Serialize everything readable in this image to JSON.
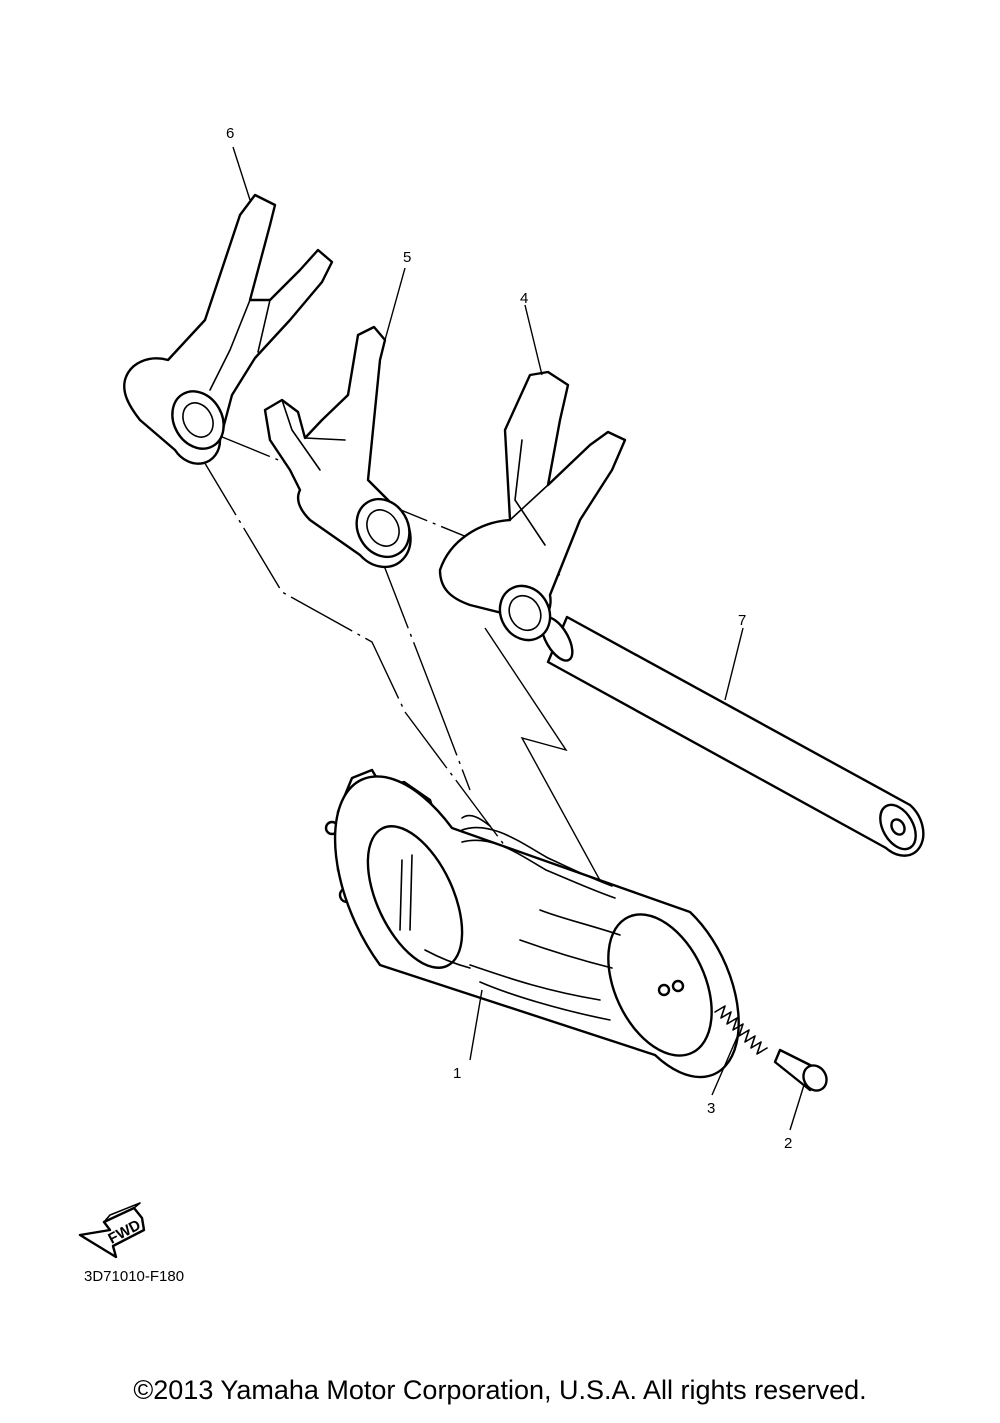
{
  "diagram": {
    "callouts": [
      {
        "id": "1",
        "label": "1"
      },
      {
        "id": "2",
        "label": "2"
      },
      {
        "id": "3",
        "label": "3"
      },
      {
        "id": "4",
        "label": "4"
      },
      {
        "id": "5",
        "label": "5"
      },
      {
        "id": "6",
        "label": "6"
      },
      {
        "id": "7",
        "label": "7"
      }
    ],
    "fwd_label": "FWD",
    "diagram_code": "3D71010-F180"
  },
  "footer": {
    "copyright": "©2013 Yamaha Motor Corporation, U.S.A. All rights reserved."
  }
}
